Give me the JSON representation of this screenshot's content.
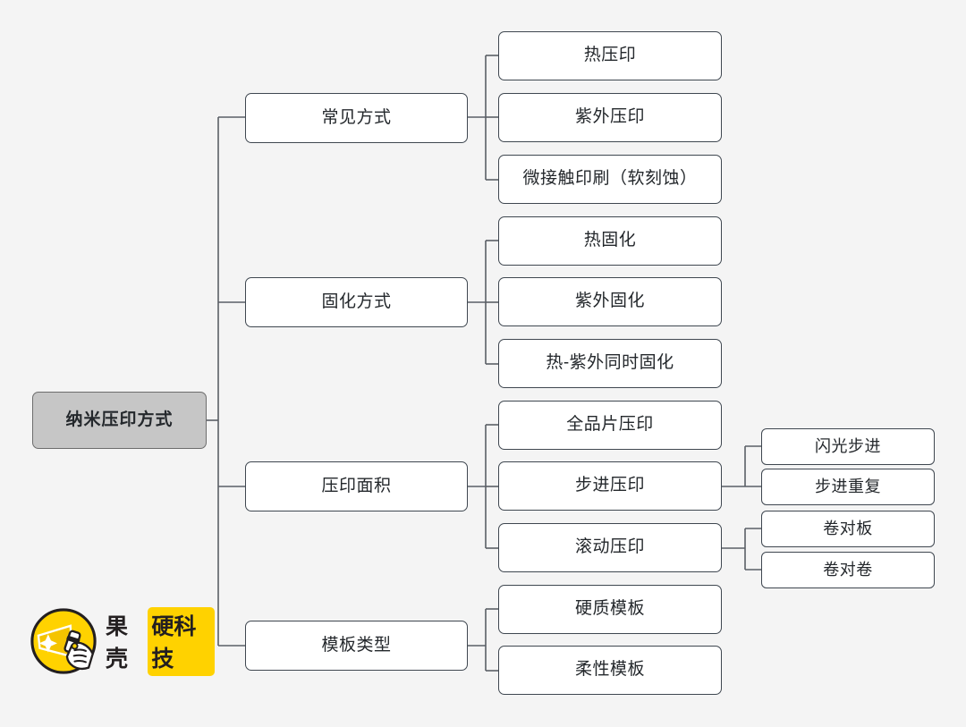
{
  "diagram": {
    "type": "mindmap-tree",
    "background_color": "#f4f4f4",
    "root": {
      "label": "纳米压印方式",
      "fill_color": "#c6c6c6",
      "border_color": "#6d6d6d"
    },
    "branches": [
      {
        "label": "常见方式",
        "children": [
          {
            "label": "热压印",
            "children": []
          },
          {
            "label": "紫外压印",
            "children": []
          },
          {
            "label": "微接触印刷（软刻蚀）",
            "children": []
          }
        ]
      },
      {
        "label": "固化方式",
        "children": [
          {
            "label": "热固化",
            "children": []
          },
          {
            "label": "紫外固化",
            "children": []
          },
          {
            "label": "热-紫外同时固化",
            "children": []
          }
        ]
      },
      {
        "label": "压印面积",
        "children": [
          {
            "label": "全品片压印",
            "children": []
          },
          {
            "label": "步进压印",
            "children": [
              {
                "label": "闪光步进"
              },
              {
                "label": "步进重复"
              }
            ]
          },
          {
            "label": "滚动压印",
            "children": [
              {
                "label": "卷对板"
              },
              {
                "label": "卷对卷"
              }
            ]
          }
        ]
      },
      {
        "label": "模板类型",
        "children": [
          {
            "label": "硬质模板",
            "children": []
          },
          {
            "label": "柔性模板",
            "children": []
          }
        ]
      }
    ]
  },
  "logo": {
    "word": "果壳",
    "badge": "硬科技",
    "badge_color": "#ffd200",
    "mark_name": "flashlight-hand-circle-icon"
  }
}
